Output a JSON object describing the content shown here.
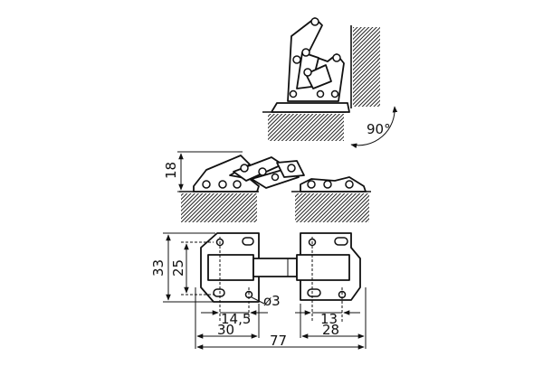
{
  "top_view": {
    "angle_label": "90°"
  },
  "side_view": {
    "height_label": "18"
  },
  "plan_view": {
    "outer_height_label": "33",
    "hole_spacing_label": "25",
    "hole_diameter_label": "ø3",
    "left_offset_label": "14,5",
    "right_offset_label": "13",
    "left_width_label": "30",
    "total_width_label": "77",
    "right_width_label": "28"
  },
  "colors": {
    "line": "#111111",
    "hatch": "#222222",
    "background": "#ffffff"
  }
}
